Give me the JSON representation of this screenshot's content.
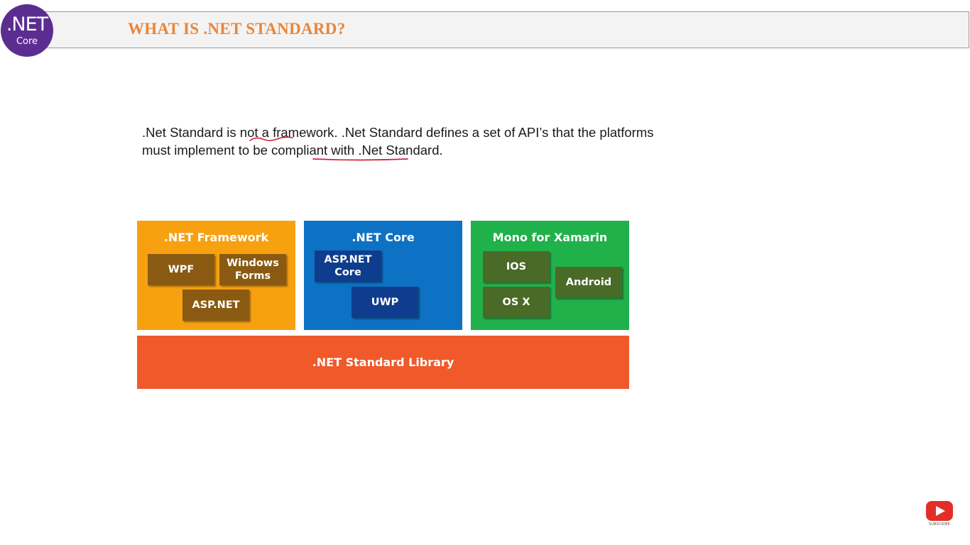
{
  "header": {
    "logo_main": ".NET",
    "logo_sub": "Core",
    "title": "WHAT IS .NET STANDARD?"
  },
  "description": {
    "line1": ".Net Standard is not a framework. .Net Standard defines a set of API’s that the platforms",
    "line2": "must implement to be compliant with .Net Standard."
  },
  "diagram": {
    "framework": {
      "title": ".NET Framework",
      "items": [
        "WPF",
        "Windows Forms",
        "ASP.NET"
      ]
    },
    "core": {
      "title": ".NET Core",
      "items": [
        "ASP.NET Core",
        "UWP"
      ]
    },
    "mono": {
      "title": "Mono for Xamarin",
      "items": [
        "IOS",
        "OS X",
        "Android"
      ]
    },
    "library": ".NET Standard Library"
  },
  "subscribe": {
    "label": "SUBSCRIBE",
    "icon": "youtube-play-icon"
  },
  "colors": {
    "framework": "#f7a111",
    "core": "#0d72c3",
    "mono": "#21b14b",
    "library": "#f05a2a",
    "title": "#e8863a",
    "annotation": "#d0203a"
  }
}
